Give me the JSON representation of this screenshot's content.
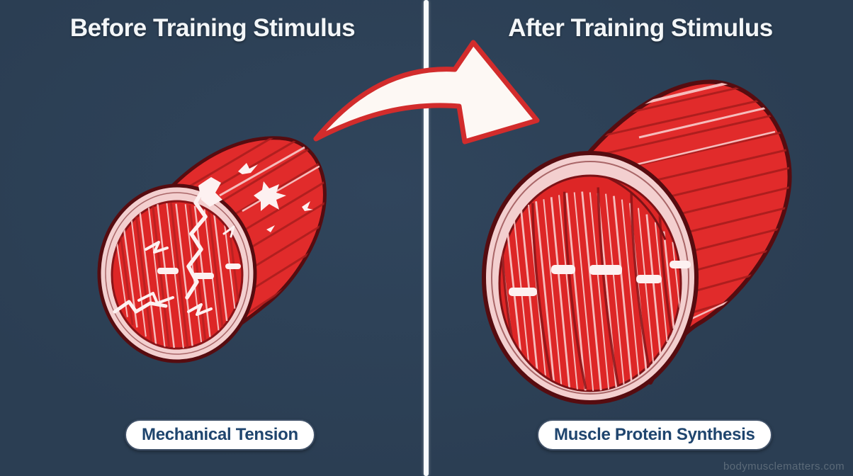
{
  "panels": {
    "left": {
      "title": "Before Training Stimulus",
      "badge": "Mechanical Tension",
      "illustration_alt": "small damaged muscle fiber cylinder with white micro-tears and cracks"
    },
    "right": {
      "title": "After Training Stimulus",
      "badge": "Muscle Protein Synthesis",
      "illustration_alt": "large repaired muscle fiber cylinder with dense intact fiber bundles"
    }
  },
  "icons": {
    "transition_arrow": "curved-swoosh-arrow"
  },
  "watermark": "bodymusclematters.com",
  "colors": {
    "background": "#2b3e53",
    "background_hi": "#30455c",
    "divider": "#f7fbfe",
    "title_text": "#f3f6f8",
    "arrow_fill": "#fdf8f4",
    "arrow_outline": "#d22c2c",
    "muscle_red": "#e12b2b",
    "muscle_red_deep": "#dd2626",
    "muscle_outline": "#560c10",
    "striation_dark": "#a81d1d",
    "striation_light": "#f6bcbc",
    "rim_pink": "#f3cfcf",
    "crack_white": "#fdf1f1",
    "badge_bg": "#ffffff",
    "badge_text": "#1f456e",
    "badge_border": "#3f5067",
    "watermark": "#64727f"
  }
}
